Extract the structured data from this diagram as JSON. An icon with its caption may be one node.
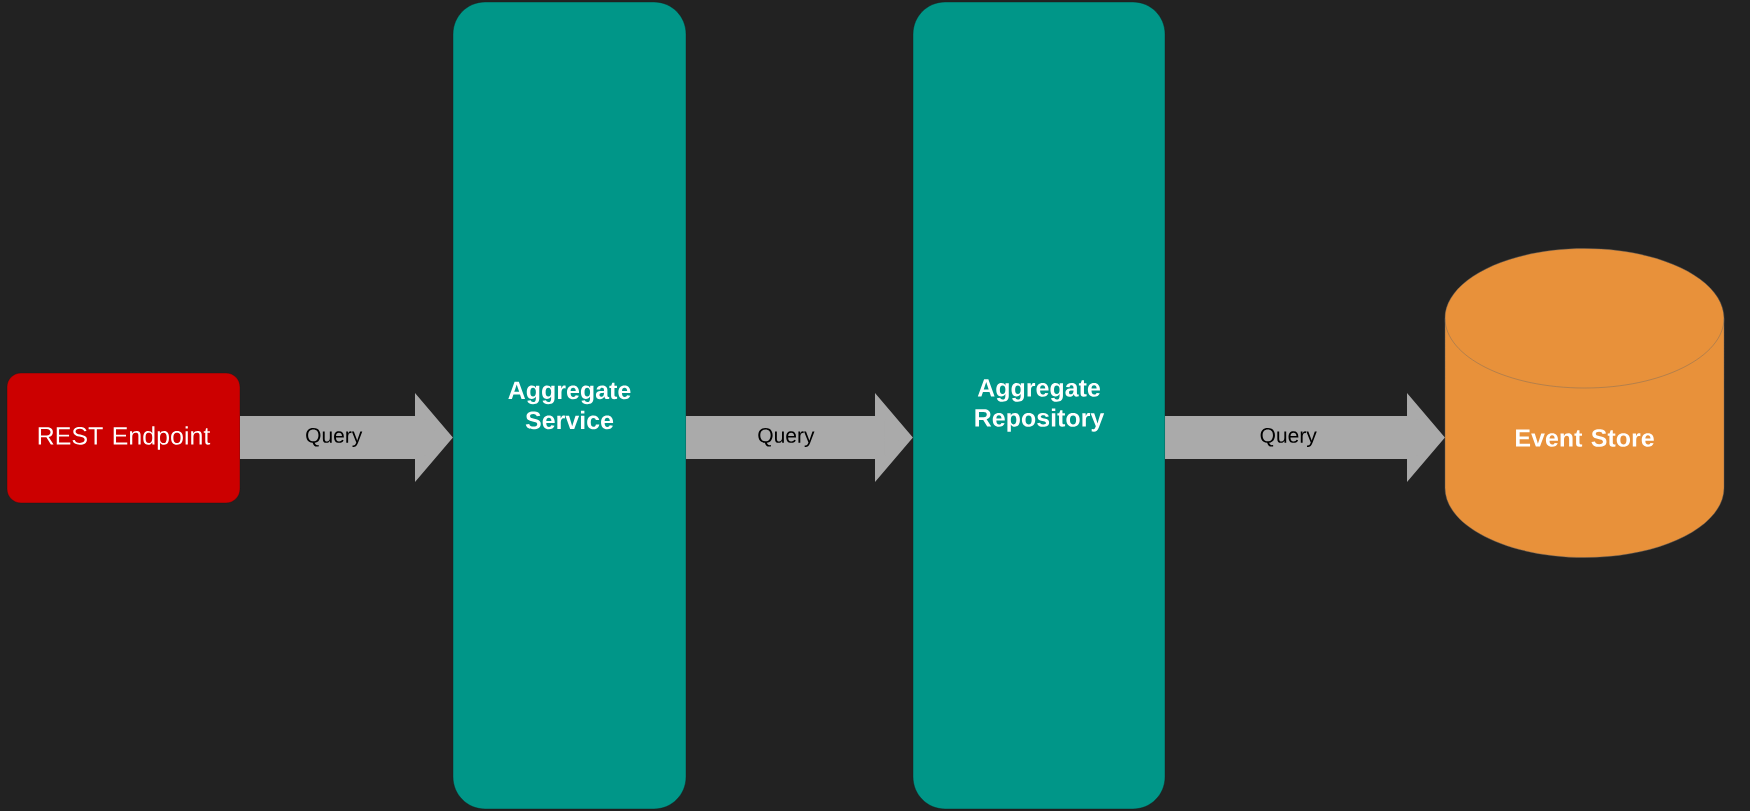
{
  "diagram": {
    "nodes": [
      {
        "text": [
          "REST Endpoint"
        ]
      },
      {
        "text": [
          "Aggregate Service"
        ]
      },
      {
        "text": [
          "Aggregate Repository"
        ]
      },
      {
        "text": [
          "Event Store"
        ]
      }
    ],
    "edges": [
      {
        "from": 0,
        "to": 1,
        "arrow": "to",
        "label": "Query"
      },
      {
        "from": 1,
        "to": 2,
        "arrow": "to",
        "label": "Query"
      },
      {
        "from": 2,
        "to": 3,
        "arrow": "to",
        "label": "Query"
      }
    ]
  }
}
